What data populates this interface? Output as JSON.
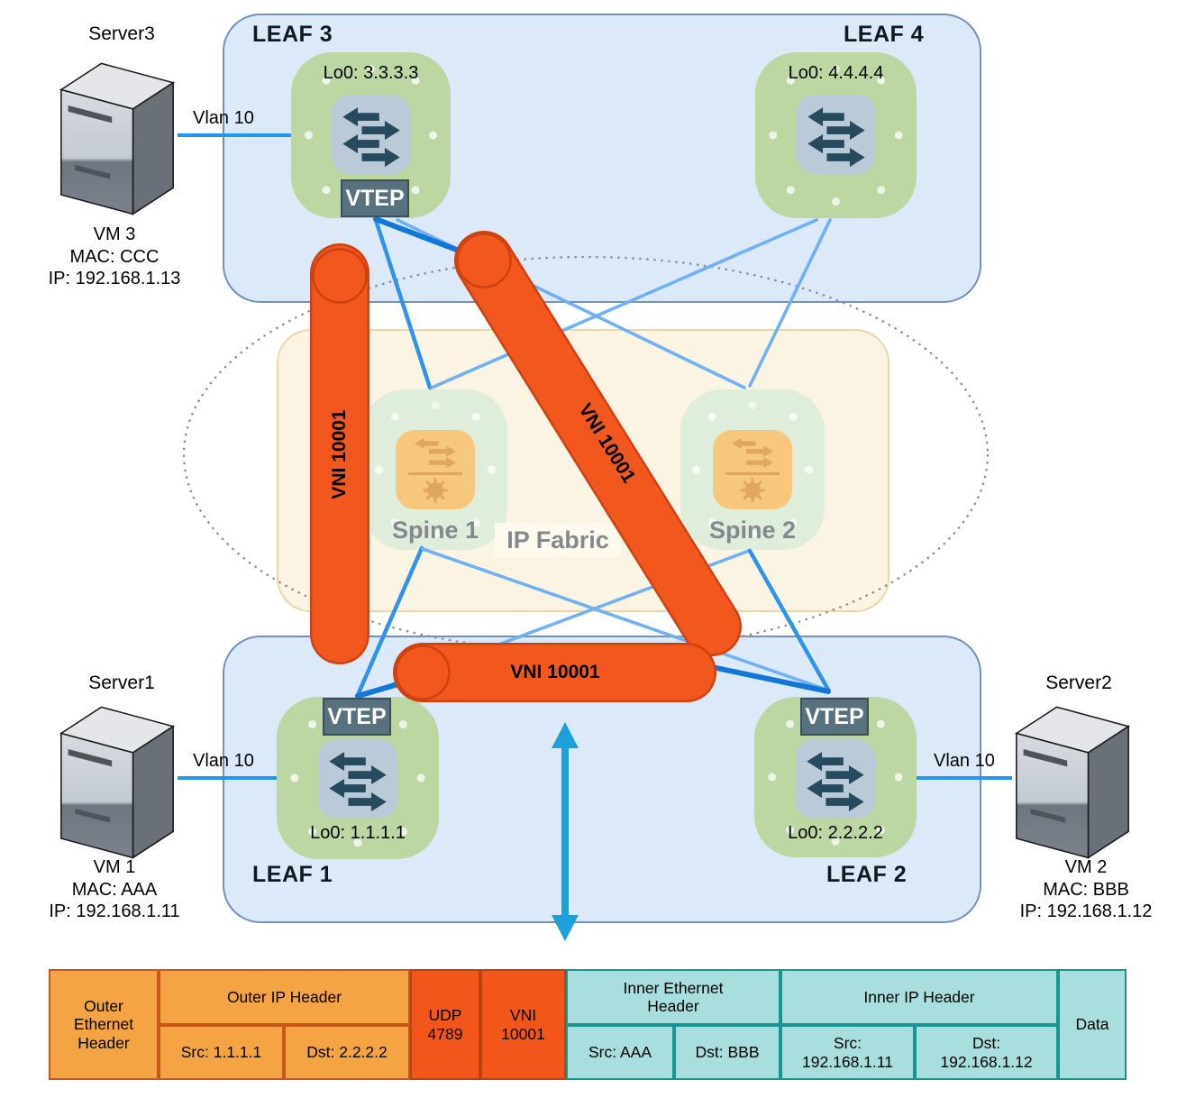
{
  "pods": {
    "top": {
      "left_label": "LEAF 3",
      "right_label": "LEAF 4"
    },
    "bottom": {
      "left_label": "LEAF 1",
      "right_label": "LEAF 2"
    }
  },
  "leaves": {
    "leaf3": {
      "label": "LEAF 3",
      "loopback": "Lo0: 3.3.3.3",
      "vtep": "VTEP"
    },
    "leaf4": {
      "label": "LEAF 4",
      "loopback": "Lo0: 4.4.4.4"
    },
    "leaf1": {
      "label": "LEAF 1",
      "loopback": "Lo0: 1.1.1.1",
      "vtep": "VTEP"
    },
    "leaf2": {
      "label": "LEAF 2",
      "loopback": "Lo0: 2.2.2.2",
      "vtep": "VTEP"
    }
  },
  "spines": {
    "spine1": {
      "label": "Spine 1"
    },
    "spine2": {
      "label": "Spine 2"
    }
  },
  "fabric": {
    "label": "IP Fabric"
  },
  "servers": {
    "server3": {
      "name": "Server3",
      "vm": "VM 3",
      "mac": "MAC: CCC",
      "ip": "IP: 192.168.1.13",
      "link_label": "Vlan 10"
    },
    "server1": {
      "name": "Server1",
      "vm": "VM 1",
      "mac": "MAC: AAA",
      "ip": "IP: 192.168.1.11",
      "link_label": "Vlan 10"
    },
    "server2": {
      "name": "Server2",
      "vm": "VM 2",
      "mac": "MAC: BBB",
      "ip": "IP: 192.168.1.12",
      "link_label": "Vlan 10"
    }
  },
  "tunnels": {
    "vertical": {
      "label": "VNI 10001"
    },
    "diagonal": {
      "label": "VNI 10001"
    },
    "horizontal": {
      "label": "VNI 10001"
    }
  },
  "packet": {
    "outer_eth": "Outer\nEthernet\nHeader",
    "outer_ip": "Outer IP Header",
    "outer_src": "Src: 1.1.1.1",
    "outer_dst": "Dst: 2.2.2.2",
    "udp": "UDP\n4789",
    "vni": "VNI\n10001",
    "inner_eth": "Inner Ethernet\nHeader",
    "inner_src": "Src: AAA",
    "inner_dst": "Dst: BBB",
    "inner_ip": "Inner IP Header",
    "inner_ip_src": "Src:\n192.168.1.11",
    "inner_ip_dst": "Dst:\n192.168.1.12",
    "data": "Data"
  },
  "colors": {
    "tunnel": "#F2571D",
    "tunnel_border": "#CE420F",
    "link": "#70B1F3",
    "link_dark": "#1076D8",
    "pod_fill": "#DCE9F8",
    "pod_border": "#7191C0",
    "leaf_green": "#BCD7A2",
    "spine_green": "#DFEDDB",
    "fabric_fill": "#FCF4E2",
    "orange_cell": "#F4A443",
    "red_cell": "#F3561B",
    "teal_cell": "#A8DEDD",
    "arrow_blue": "#1BA0DC"
  }
}
